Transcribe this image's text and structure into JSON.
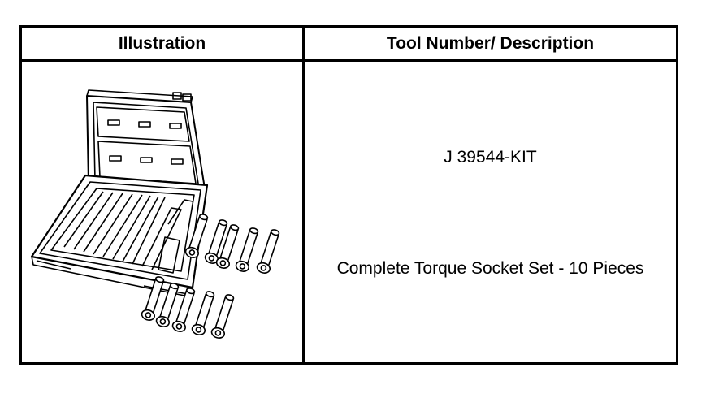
{
  "table": {
    "headers": {
      "illustration": "Illustration",
      "tool": "Tool Number/ Description"
    },
    "rows": [
      {
        "tool_number": "J 39544-KIT",
        "description": "Complete Torque Socket Set - 10 Pieces",
        "illustration_icon": "torque-socket-set-case-icon"
      }
    ]
  }
}
